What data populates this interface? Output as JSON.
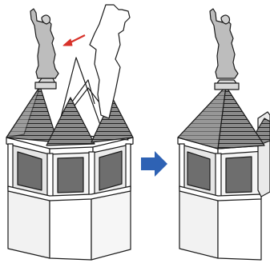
{
  "figure": {
    "panels": [
      {
        "name": "before",
        "statue_status": "ghost-outline-with-move-arrow"
      },
      {
        "name": "after",
        "statue_status": "placed-on-spire"
      }
    ],
    "colors": {
      "background": "#ffffff",
      "stroke": "#1a1a1a",
      "statue_fill": "#bdbdbd",
      "roof_shingle": "#7f7f7f",
      "wall_light": "#eeeeee",
      "window_dark": "#6e6e6e",
      "move_arrow": "#d8322a",
      "transition_arrow": "#2e62b4"
    },
    "icons": [
      "move-arrow-icon",
      "transition-arrow-icon"
    ]
  }
}
